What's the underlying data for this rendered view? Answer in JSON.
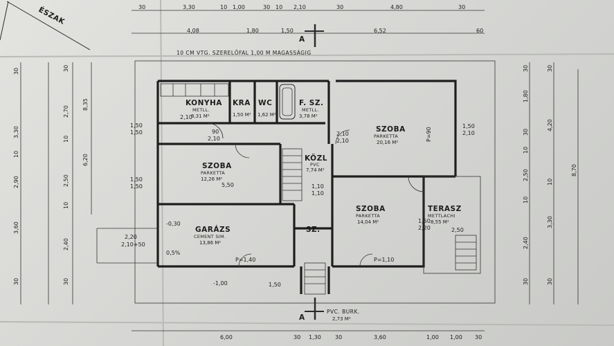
{
  "north_label": "ÉSZAK",
  "section_marker": "A",
  "note_top": "10 CM VTG. SZERELŐFAL 1,00 M MAGASSÁGIG",
  "note_bottom_line1": "PVC. BURK.",
  "note_bottom_line2": "2,73 M²",
  "rooms": [
    {
      "name": "KONYHA",
      "floor": "METLL.",
      "area": "8,31 M²"
    },
    {
      "name": "KRA",
      "floor": "",
      "area": "1,50 M²"
    },
    {
      "name": "WC",
      "floor": "",
      "area": "1,62 M²"
    },
    {
      "name": "F. SZ.",
      "floor": "METLL.",
      "area": "3,78 M²"
    },
    {
      "name": "SZOBA",
      "floor": "PARKETTA",
      "area": "20,16 M²"
    },
    {
      "name": "SZOBA",
      "floor": "PARKETTA",
      "area": "12,26 M²"
    },
    {
      "name": "KÖZL",
      "floor": "PVC",
      "area": "7,74 M²"
    },
    {
      "name": "SZOBA",
      "floor": "PARKETTA",
      "area": "14,04 M²"
    },
    {
      "name": "TERASZ",
      "floor": "METTLACHI",
      "area": "8,55 M²"
    },
    {
      "name": "GARÁZS",
      "floor": "CEMENT SIM.",
      "area": "13,86 M²"
    },
    {
      "name": "SZ.",
      "floor": "",
      "area": ""
    }
  ],
  "dims_top_row1": [
    "30",
    "3,30",
    "10",
    "1,00",
    "30",
    "10",
    "2,10",
    "30",
    "4,80",
    "30"
  ],
  "dims_top_row2": [
    "4,08",
    "1,80",
    "1,50",
    "6,52",
    "60"
  ],
  "dims_bottom": [
    "6,00",
    "30",
    "1,30",
    "30",
    "3,60",
    "1,00",
    "1,00",
    "30"
  ],
  "dims_left_outer": [
    "30",
    "3,30",
    "10",
    "2,90",
    "3,60",
    "30"
  ],
  "dims_left_mid": [
    "30",
    "2,70",
    "10",
    "2,50",
    "10",
    "2,40",
    "30"
  ],
  "dims_left_inner": [
    "8,35",
    "6,20"
  ],
  "dims_right_inner": [
    "30",
    "1,80",
    "30",
    "10",
    "2,50",
    "10",
    "2,40",
    "30"
  ],
  "dims_right_mid": [
    "30",
    "4,20",
    "10",
    "3,30",
    "30"
  ],
  "dims_right_outer": [
    "8,70"
  ],
  "dims_inner": [
    "1,50",
    "1,50",
    "2,10",
    "90",
    "2,10",
    "1,50",
    "1,50",
    "5,50",
    "2,20",
    "2,10+50",
    "0,5%",
    "-0,30",
    "1,10",
    "1,10",
    "-1,00",
    "P=1,40",
    "P=1,10",
    "P=90",
    "1,50",
    "2,20",
    "2,50",
    "1,50",
    "2,10",
    "2,10",
    "2,10",
    "1,50"
  ],
  "colors": {
    "paper": "#dcdcd9",
    "ink": "#1e1e1e"
  }
}
